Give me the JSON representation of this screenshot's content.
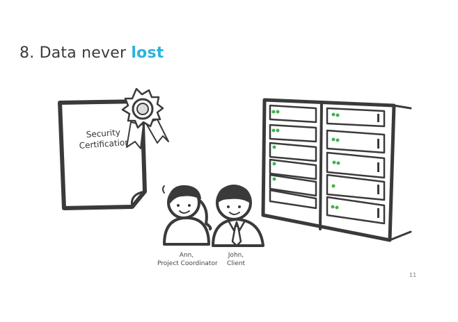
{
  "slide": {
    "title_prefix": "8. Data never",
    "title_accent": "lost",
    "accent_color": "#2bb3dc",
    "page_number": "11"
  },
  "certificate": {
    "line1": "Security",
    "line2": "Certification",
    "icon": "award-ribbon-icon"
  },
  "people": [
    {
      "name": "Ann,",
      "role": "Project Coordinator",
      "icon": "woman-avatar-icon"
    },
    {
      "name": "John,",
      "role": "Client",
      "icon": "man-avatar-icon"
    }
  ],
  "server": {
    "icon": "server-rack-icon",
    "led_color": "#3cb54a"
  }
}
